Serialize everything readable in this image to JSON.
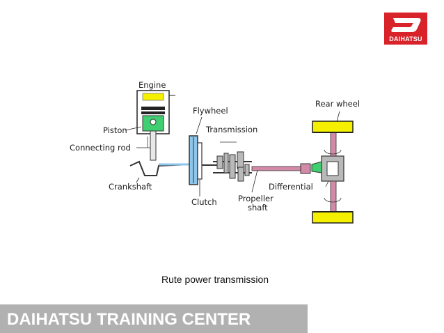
{
  "logo": {
    "brand_text": "DAIHATSU",
    "color": "#d8232a"
  },
  "diagram": {
    "labels": {
      "engine": "Engine",
      "piston": "Piston",
      "connecting_rod": "Connecting rod",
      "crankshaft": "Crankshaft",
      "flywheel": "Flywheel",
      "transmission": "Transmission",
      "clutch": "Clutch",
      "propeller_shaft_line1": "Propeller",
      "propeller_shaft_line2": "shaft",
      "differential": "Differential",
      "rear_wheel": "Rear wheel"
    },
    "colors": {
      "wheel": "#f5f000",
      "shaft": "#d28aa8",
      "piston": "#3fcf70",
      "flywheel": "#8ec5ea",
      "gear": "#b9b9b9"
    }
  },
  "caption": "Rute power transmission",
  "footer": {
    "title": "DAIHATSU TRAINING CENTER"
  }
}
